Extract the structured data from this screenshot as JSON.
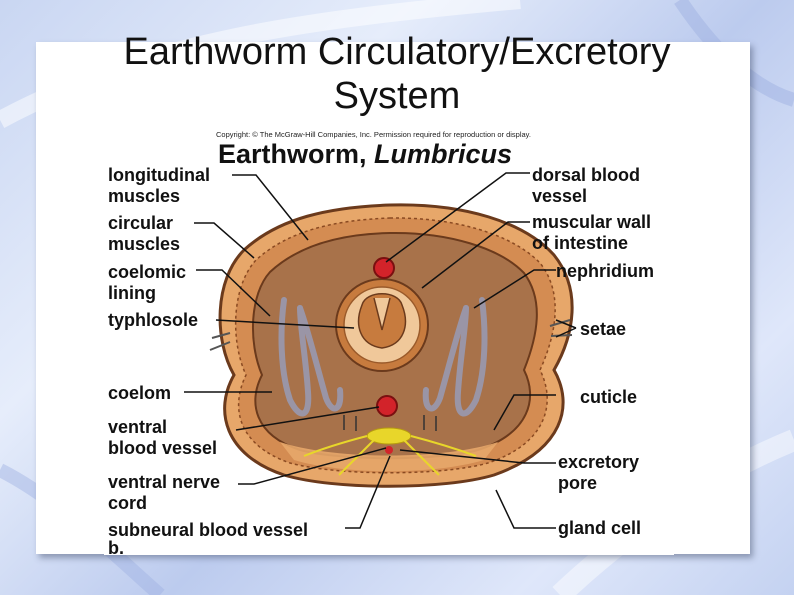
{
  "slide": {
    "title_line1": "Earthworm Circulatory/Excretory",
    "title_line2": "System"
  },
  "figure": {
    "copyright": "Copyright: © The McGraw-Hill Companies, Inc. Permission required for reproduction or display.",
    "title_plain": "Earthworm, ",
    "title_italic": "Lumbricus",
    "panel_letter": "b.",
    "labels": {
      "longitudinal_muscles": [
        "longitudinal",
        "muscles"
      ],
      "circular_muscles": [
        "circular",
        "muscles"
      ],
      "coelomic_lining": [
        "coelomic",
        "lining"
      ],
      "typhlosole": "typhlosole",
      "coelom": "coelom",
      "ventral_blood_vessel": [
        "ventral",
        "blood vessel"
      ],
      "ventral_nerve_cord": [
        "ventral nerve",
        "cord"
      ],
      "subneural_blood_vessel": "subneural blood vessel",
      "dorsal_blood_vessel": [
        "dorsal blood",
        "vessel"
      ],
      "muscular_wall_of_intestine": [
        "muscular wall",
        "of intestine"
      ],
      "nephridium": "nephridium",
      "setae": "setae",
      "cuticle": "cuticle",
      "excretory_pore": [
        "excretory",
        "pore"
      ],
      "gland_cell": "gland cell"
    }
  },
  "colors": {
    "body_wall": "#e7a76a",
    "coelom": "#a8724a",
    "intestine": "#c77b3e",
    "blood_vessel": "#d2232a",
    "nephridium": "#9a95a6",
    "nerve": "#e8d62a"
  }
}
